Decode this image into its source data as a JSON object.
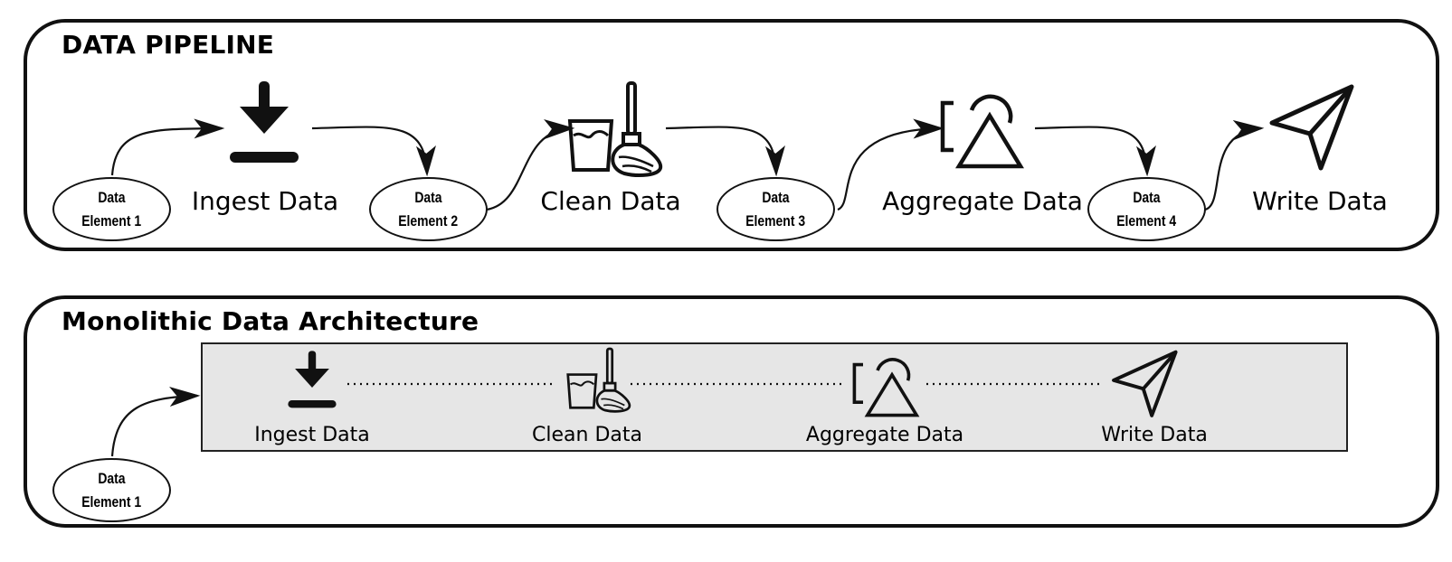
{
  "pipeline": {
    "title": "DATA PIPELINE",
    "stages": [
      {
        "label": "Ingest Data",
        "icon": "download-icon"
      },
      {
        "label": "Clean Data",
        "icon": "bucket-mop-icon"
      },
      {
        "label": "Aggregate Data",
        "icon": "aggregate-icon"
      },
      {
        "label": "Write Data",
        "icon": "send-icon"
      }
    ],
    "elements": [
      {
        "line1": "Data",
        "line2": "Element 1"
      },
      {
        "line1": "Data",
        "line2": "Element 2"
      },
      {
        "line1": "Data",
        "line2": "Element 3"
      },
      {
        "line1": "Data",
        "line2": "Element 4"
      }
    ]
  },
  "monolithic": {
    "title": "Monolithic Data Architecture",
    "stages": [
      {
        "label": "Ingest Data",
        "icon": "download-icon"
      },
      {
        "label": "Clean Data",
        "icon": "bucket-mop-icon"
      },
      {
        "label": "Aggregate Data",
        "icon": "aggregate-icon"
      },
      {
        "label": "Write Data",
        "icon": "send-icon"
      }
    ],
    "element": {
      "line1": "Data",
      "line2": "Element 1"
    }
  },
  "colors": {
    "stroke": "#111111",
    "box_fill": "#e6e6e6"
  }
}
